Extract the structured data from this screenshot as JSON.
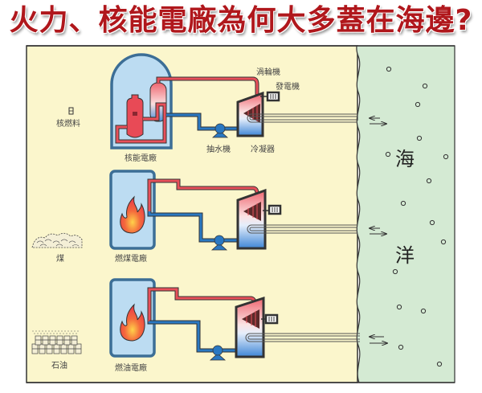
{
  "title": "火力、核能電廠為何大多蓋在海邊?",
  "colors": {
    "title": "#b0171c",
    "land": "#fbf6cc",
    "sea": "#d4ead3",
    "hot_pipe": "#e8505a",
    "cold_pipe": "#2a78c2",
    "building_fill": "#bcdcf2",
    "building_border": "#3c6e96"
  },
  "labels": {
    "turbine": "渦輪機",
    "generator": "發電機",
    "pump": "抽水機",
    "condenser": "冷凝器",
    "sea_1": "海",
    "sea_2": "洋"
  },
  "plants": [
    {
      "type": "nuclear",
      "plant_label": "核能電廠",
      "fuel_label": "核燃料"
    },
    {
      "type": "coal",
      "plant_label": "燃煤電廠",
      "fuel_label": "煤"
    },
    {
      "type": "oil",
      "plant_label": "燃油電廠",
      "fuel_label": "石油"
    }
  ]
}
